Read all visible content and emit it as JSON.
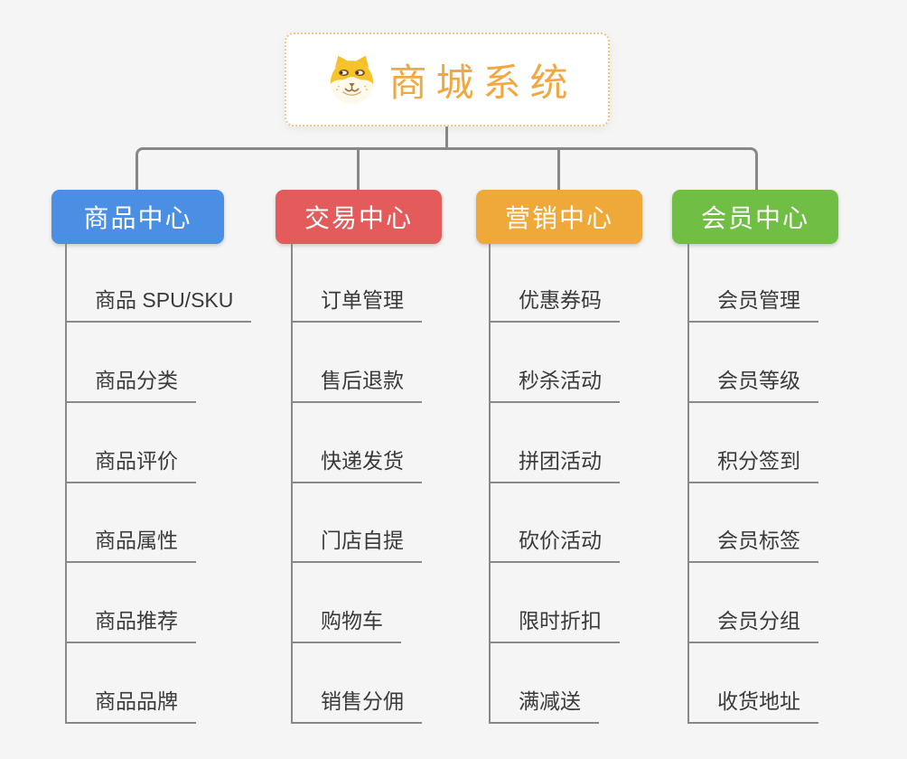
{
  "root": {
    "title": "商城系统",
    "icon": "shiba-dog-icon",
    "title_color": "#F0A942",
    "border_color": "#F5C585"
  },
  "branches": [
    {
      "label": "商品中心",
      "color": "#4A8FE4",
      "items": [
        "商品 SPU/SKU",
        "商品分类",
        "商品评价",
        "商品属性",
        "商品推荐",
        "商品品牌"
      ]
    },
    {
      "label": "交易中心",
      "color": "#E45B5B",
      "items": [
        "订单管理",
        "售后退款",
        "快递发货",
        "门店自提",
        "购物车",
        "销售分佣"
      ]
    },
    {
      "label": "营销中心",
      "color": "#EFA939",
      "items": [
        "优惠券码",
        "秒杀活动",
        "拼团活动",
        "砍价活动",
        "限时折扣",
        "满减送"
      ]
    },
    {
      "label": "会员中心",
      "color": "#70BE44",
      "items": [
        "会员管理",
        "会员等级",
        "积分签到",
        "会员标签",
        "会员分组",
        "收货地址"
      ]
    }
  ],
  "colors": {
    "background": "#F4F5F4",
    "connector_line": "#888888",
    "leaf_text": "#3A3A3A",
    "branch_text": "#FFFFFF"
  }
}
